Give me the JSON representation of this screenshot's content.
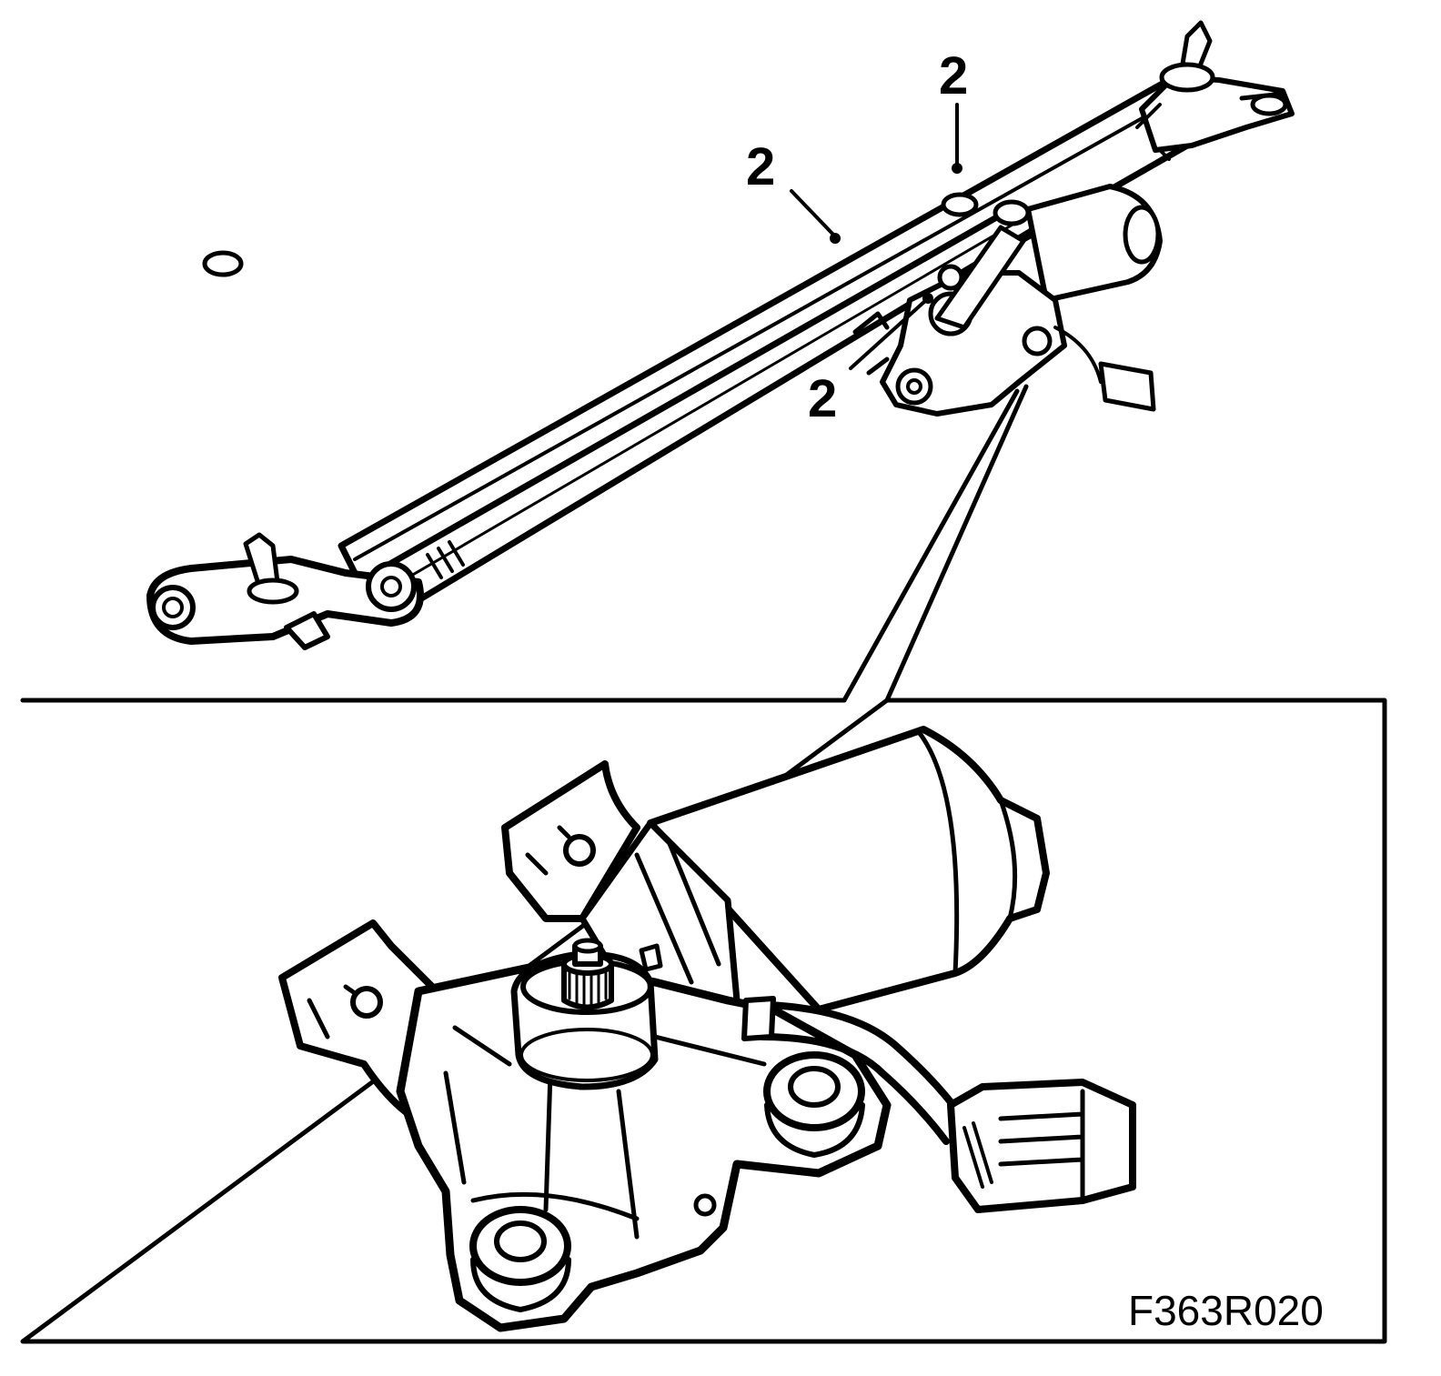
{
  "callouts": [
    {
      "id": "callout-2-top",
      "label": "2"
    },
    {
      "id": "callout-2-left",
      "label": "2"
    },
    {
      "id": "callout-2-bottom",
      "label": "2"
    }
  ],
  "figure_code": "F363R020",
  "colors": {
    "line": "#000000",
    "background": "#ffffff"
  },
  "icons": [
    "wiper-linkage-illustration",
    "wiper-motor-detail-illustration"
  ]
}
